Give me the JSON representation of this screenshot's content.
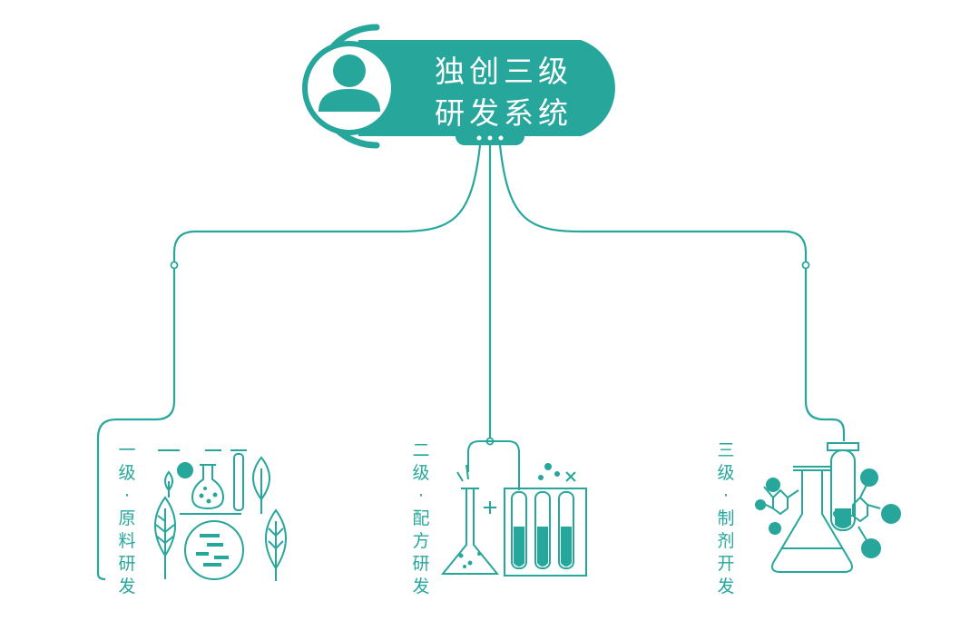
{
  "header": {
    "title_line1": "独创三级",
    "title_line2": "研发系统"
  },
  "levels": [
    {
      "label": "一级·原料研发"
    },
    {
      "label": "二级·配方研发"
    },
    {
      "label": "三级·制剂开发"
    }
  ],
  "icons": {
    "header": "user-avatar-icon",
    "level1": "plants-and-lab-glassware-icon",
    "level2": "flask-and-test-tubes-icon",
    "level3": "flasks-and-molecule-icon"
  },
  "colors": {
    "primary": "#27a69c",
    "background": "#ffffff"
  }
}
